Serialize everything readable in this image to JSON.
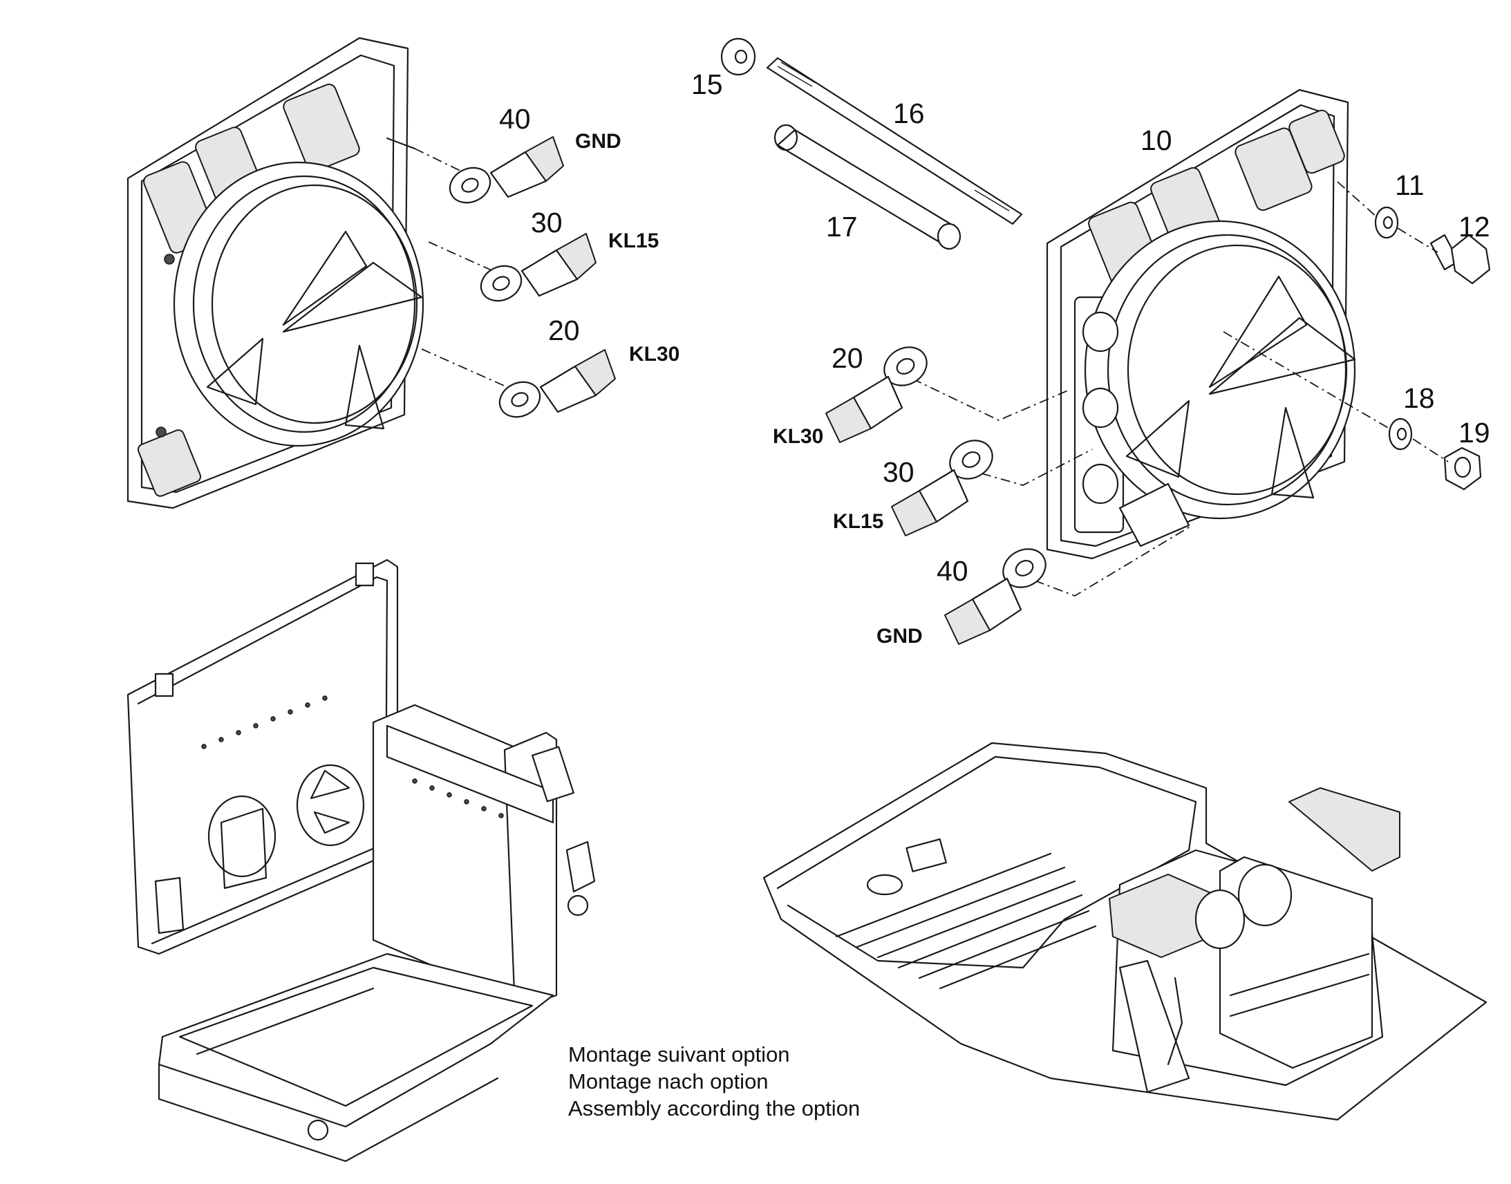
{
  "callouts": {
    "left_view": {
      "n40": "40",
      "n30": "30",
      "n20": "20",
      "gnd": "GND",
      "kl15": "KL15",
      "kl30": "KL30"
    },
    "right_view": {
      "n15": "15",
      "n16": "16",
      "n17": "17",
      "n10": "10",
      "n11": "11",
      "n12": "12",
      "n18": "18",
      "n19": "19",
      "n20": "20",
      "n30": "30",
      "n40": "40",
      "kl30": "KL30",
      "kl15": "KL15",
      "gnd": "GND"
    }
  },
  "assembly_note": {
    "line1": "Montage suivant option",
    "line2": "Montage nach option",
    "line3": "Assembly according the option"
  }
}
